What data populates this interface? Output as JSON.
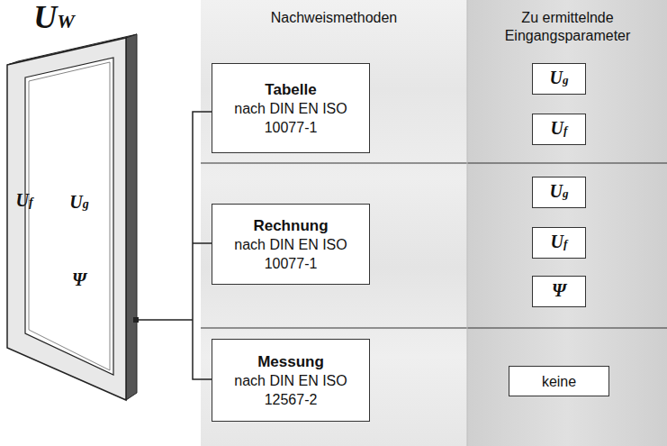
{
  "diagram": {
    "nodes": [
      {
        "text": [
          "Tabelle",
          "nach DIN EN ISO 10077-1"
        ]
      },
      {
        "text": [
          "Ug"
        ]
      },
      {
        "text": [
          "Uf"
        ]
      },
      {
        "text": [
          "Rechnung",
          "nach DIN EN ISO 10077-1"
        ]
      },
      {
        "text": [
          "Ug"
        ]
      },
      {
        "text": [
          "Uf"
        ]
      },
      {
        "text": [
          "Ψ"
        ]
      },
      {
        "text": [
          "Messung",
          "nach DIN EN ISO 12567-2"
        ]
      },
      {
        "text": [
          "keine"
        ]
      }
    ],
    "labels": [
      "UW",
      "Uf",
      "Ug",
      "Ψ",
      "Nachweismethoden",
      "Zu ermittelnde Eingangsparameter"
    ]
  }
}
